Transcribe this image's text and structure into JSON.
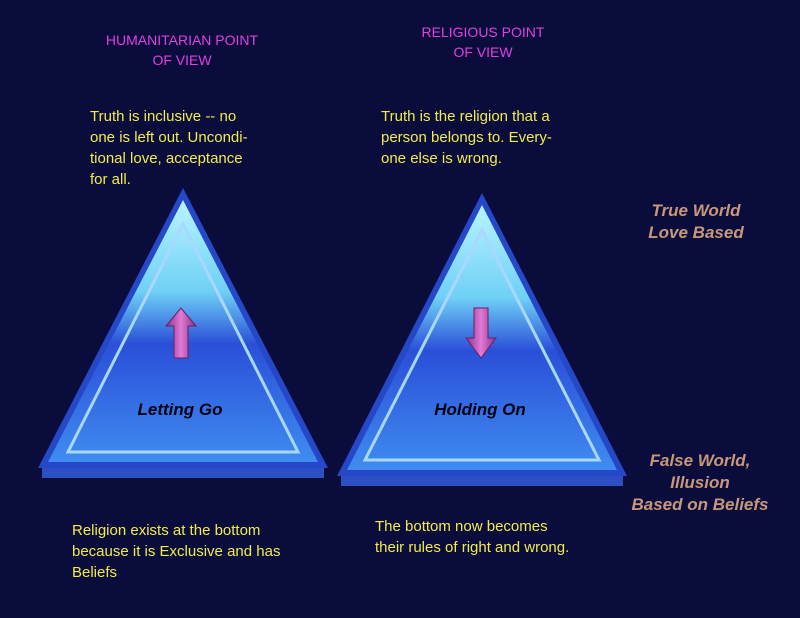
{
  "left": {
    "heading": "HUMANITARIAN POINT\nOF VIEW",
    "top_text": "Truth is inclusive -- no\none is left out.  Uncondi-\ntional love, acceptance\nfor all.",
    "triangle_label": "Letting Go",
    "arrow": "arrow-up-icon",
    "bottom_text": "Religion exists at the bottom\nbecause it is Exclusive and has\nBeliefs"
  },
  "right": {
    "heading": "RELIGIOUS POINT\nOF VIEW",
    "top_text": "Truth is the religion that a\nperson belongs to.  Every-\none else is wrong.",
    "triangle_label": "Holding On",
    "arrow": "arrow-down-icon",
    "bottom_text": "The bottom now becomes\ntheir rules of right and wrong."
  },
  "side": {
    "true_world": "True World\nLove Based",
    "false_world": "False World,\nIllusion\nBased on Beliefs"
  },
  "colors": {
    "background": "#0a0c3c",
    "heading": "#e040e0",
    "text": "#f2ec4a",
    "side_text": "#c8977a",
    "arrow": "#c060b0"
  }
}
